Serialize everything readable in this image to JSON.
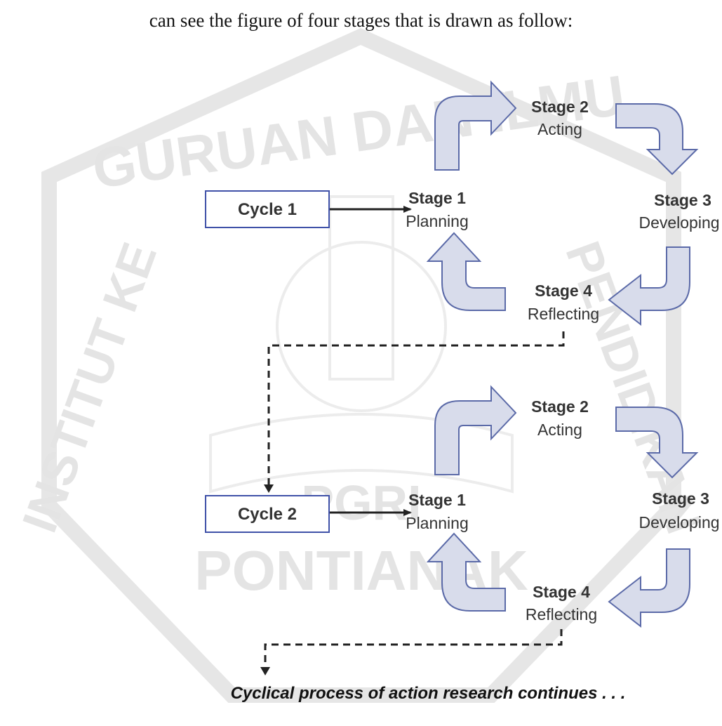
{
  "caption": "can see the figure of four stages that is drawn as follow:",
  "watermark": {
    "arc_top": "GURUAN DAN ILMU",
    "arc_left": "INSTITUT KE",
    "arc_right": "PENDIDIKAN",
    "bottom": "PONTIANAK",
    "center": "PGRI"
  },
  "colors": {
    "arrow_fill": "#d8dceb",
    "arrow_stroke": "#5b6aa8",
    "box_border": "#3f51a8",
    "connector": "#222222"
  },
  "cycles": [
    {
      "label": "Cycle 1",
      "stages": [
        {
          "title": "Stage 1",
          "name": "Planning"
        },
        {
          "title": "Stage 2",
          "name": "Acting"
        },
        {
          "title": "Stage 3",
          "name": "Developing"
        },
        {
          "title": "Stage 4",
          "name": "Reflecting"
        }
      ]
    },
    {
      "label": "Cycle 2",
      "stages": [
        {
          "title": "Stage 1",
          "name": "Planning"
        },
        {
          "title": "Stage 2",
          "name": "Acting"
        },
        {
          "title": "Stage 3",
          "name": "Developing"
        },
        {
          "title": "Stage 4",
          "name": "Reflecting"
        }
      ]
    }
  ],
  "footer": "Cyclical process of action research continues . . ."
}
